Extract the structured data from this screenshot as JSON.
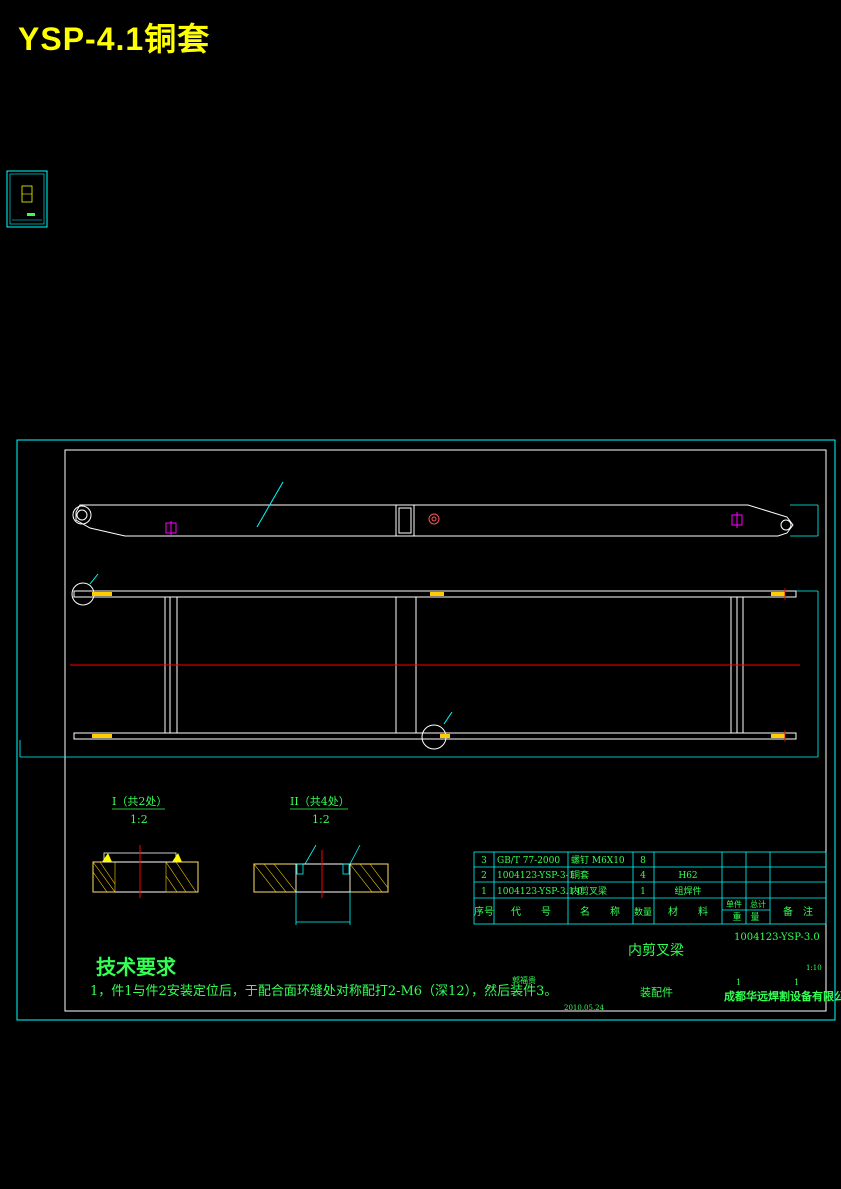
{
  "title": "YSP-4.1铜套",
  "detail_labels": {
    "detail1_name": "I（共2处）",
    "detail1_scale": "1:2",
    "detail2_name": "II（共4处）",
    "detail2_scale": "1:2"
  },
  "bom": {
    "rows": [
      {
        "no": "3",
        "code": "GB/T 77-2000",
        "name": "螺钉 M6X10",
        "qty": "8",
        "material": "",
        "note": ""
      },
      {
        "no": "2",
        "code": "1004123-YSP-3-1",
        "name": "铜套",
        "qty": "4",
        "material": "H62",
        "note": ""
      },
      {
        "no": "1",
        "code": "1004123-YSP-3.1.0",
        "name": "内剪叉梁",
        "qty": "1",
        "material": "组焊件",
        "note": ""
      }
    ],
    "header": {
      "no": "序号",
      "code": "代　　号",
      "name": "名　　称",
      "qty": "数量",
      "material": "材　　料",
      "unit_weight": "单件",
      "total_weight": "总计",
      "weight": "重　量",
      "note": "备　注"
    }
  },
  "title_block": {
    "part_name": "内剪叉梁",
    "drawing_no": "1004123-YSP-3.0",
    "scale": "1:10",
    "sheet_a": "1",
    "sheet_b": "1",
    "type": "装配件",
    "company": "成都华远焊割设备有限公司",
    "designer": "郭福贵",
    "date": "2010.05.24"
  },
  "tech": {
    "heading": "技术要求",
    "line1": "1，件1与件2安装定位后，于配合面环缝处对称配打2-M6（深12），然后装件3。"
  },
  "colors": {
    "frame": "#00ffff",
    "outline": "#ffffff",
    "center": "#ff0000",
    "accent": "#ff00ff",
    "text_green": "#33ff55",
    "title": "#ffff00"
  }
}
